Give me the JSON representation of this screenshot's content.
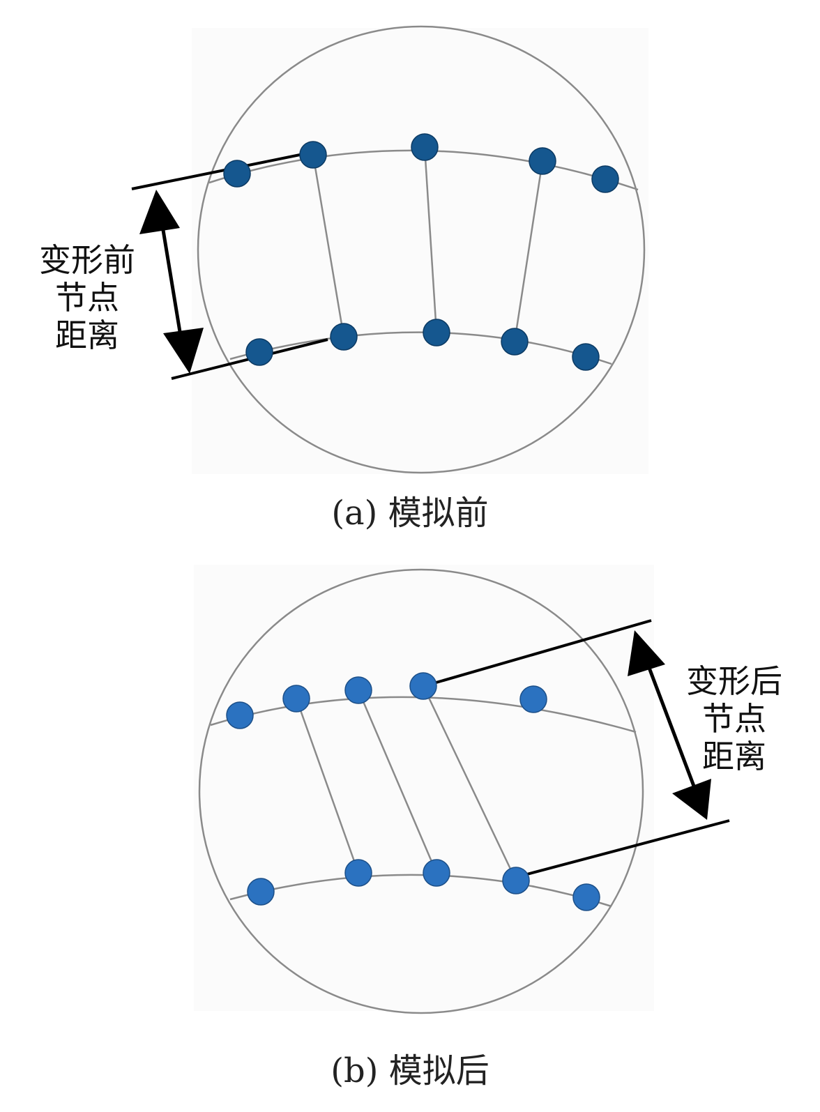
{
  "panel_a": {
    "caption": "(a) 模拟前",
    "label_lines": [
      "变形前",
      "节点",
      "距离"
    ],
    "node_color": "#15578f"
  },
  "panel_b": {
    "caption": "(b) 模拟后",
    "label_lines": [
      "变形后",
      "节点",
      "距离"
    ],
    "node_color": "#2b72c0"
  },
  "colors": {
    "circle_stroke": "#8a8a8a",
    "mesh_stroke": "#7a7a7a",
    "dimension_stroke": "#000000",
    "node_outline": "#0c3a63"
  }
}
